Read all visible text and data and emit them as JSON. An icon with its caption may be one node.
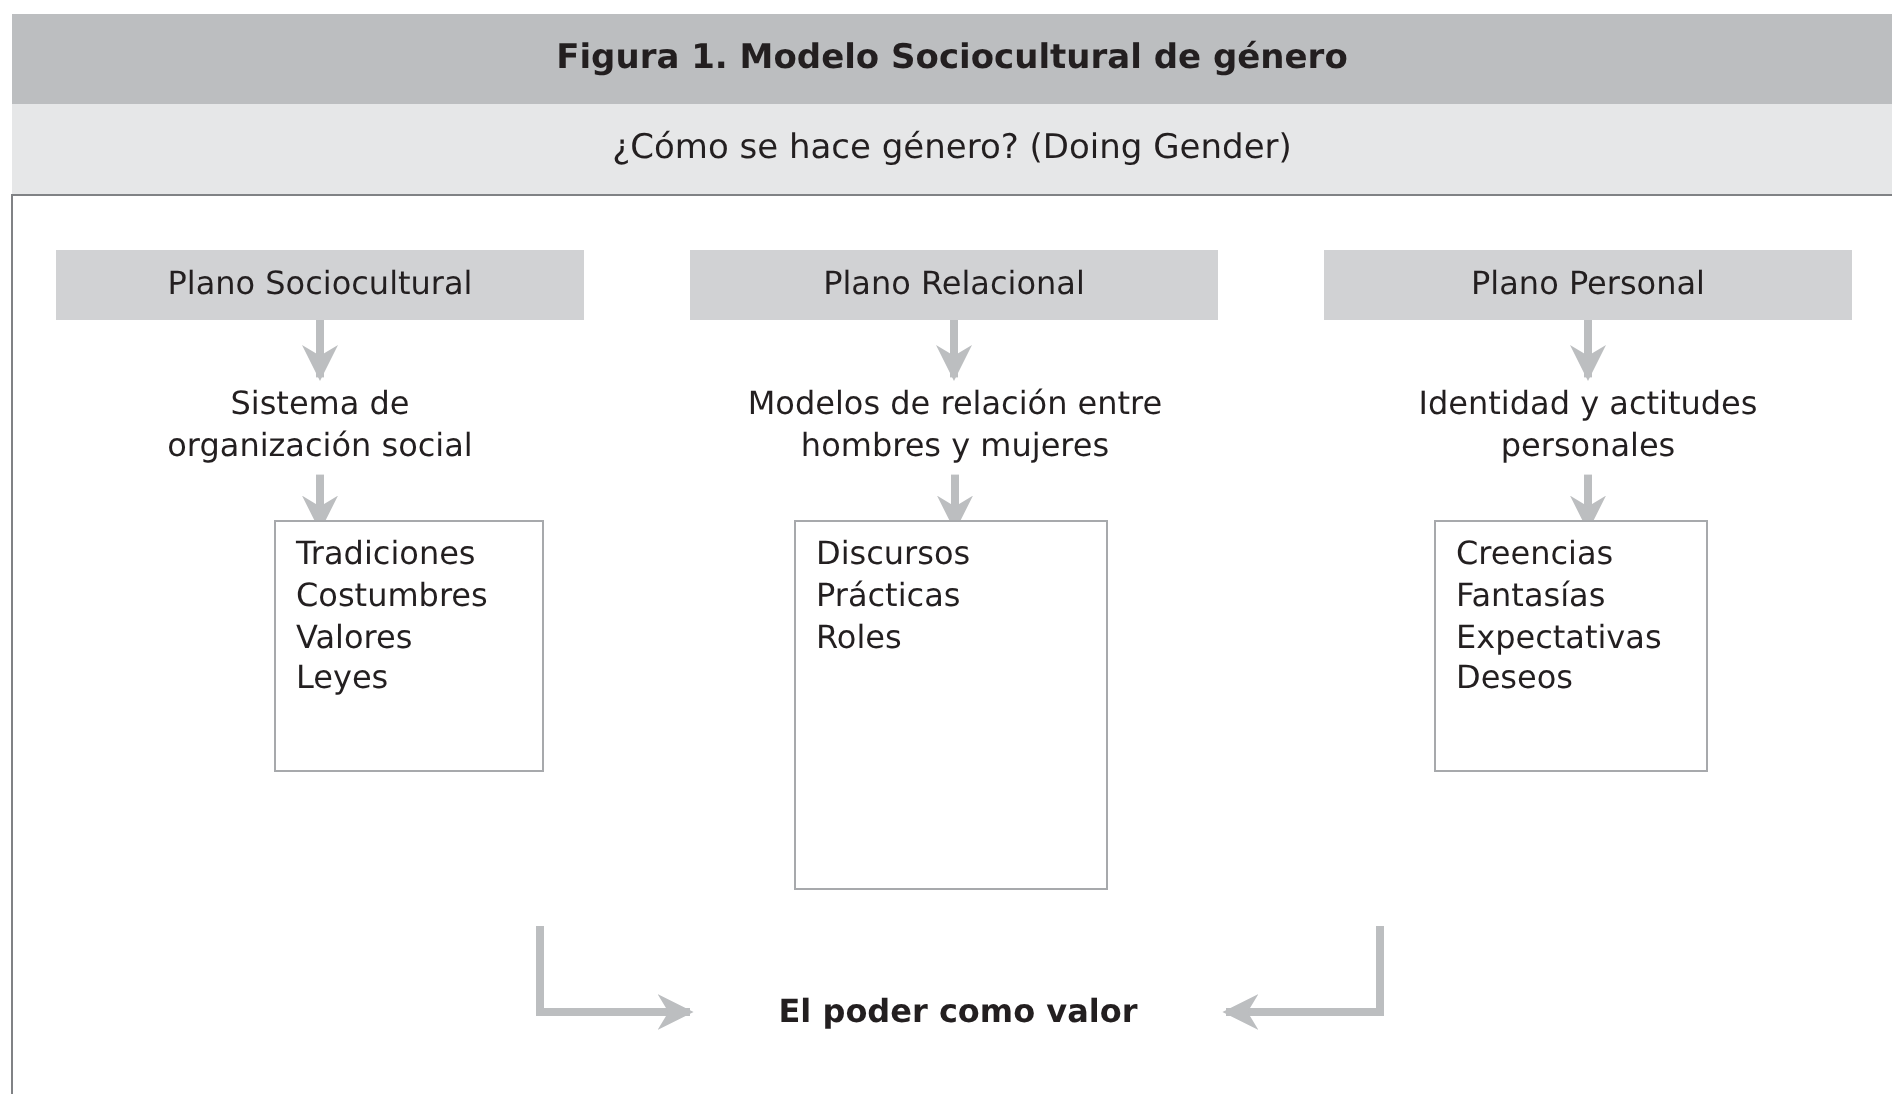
{
  "diagram": {
    "title": "Figura 1. Modelo Sociocultural de género",
    "nodes": [
      {
        "text": [
          "Plano Sociocultural"
        ]
      },
      {
        "text": [
          "Sistema de organización social"
        ]
      },
      {
        "text": [
          "Tradiciones",
          "Costumbres",
          "Valores",
          "Leyes"
        ]
      },
      {
        "text": [
          "Plano Relacional"
        ]
      },
      {
        "text": [
          "Modelos de relación entre hombres y mujeres"
        ]
      },
      {
        "text": [
          "Discursos",
          "Prácticas",
          "Roles"
        ]
      },
      {
        "text": [
          "Plano Personal"
        ]
      },
      {
        "text": [
          "Identidad y actitudes personales"
        ]
      },
      {
        "text": [
          "Creencias",
          "Fantasías",
          "Expectativas",
          "Deseos"
        ]
      },
      {
        "text": [
          "El poder como valor"
        ]
      }
    ],
    "edges": [
      {
        "from": 0,
        "to": 1,
        "arrow": "to"
      },
      {
        "from": 1,
        "to": 2,
        "arrow": "to"
      },
      {
        "from": 3,
        "to": 4,
        "arrow": "to"
      },
      {
        "from": 4,
        "to": 5,
        "arrow": "to"
      },
      {
        "from": 6,
        "to": 7,
        "arrow": "to"
      },
      {
        "from": 7,
        "to": 8,
        "arrow": "to"
      },
      {
        "from": null,
        "to": 9,
        "arrow": "to"
      },
      {
        "from": null,
        "to": 9,
        "arrow": "to"
      }
    ],
    "labels": [
      "¿Cómo se hace género? (Doing Gender)"
    ]
  }
}
